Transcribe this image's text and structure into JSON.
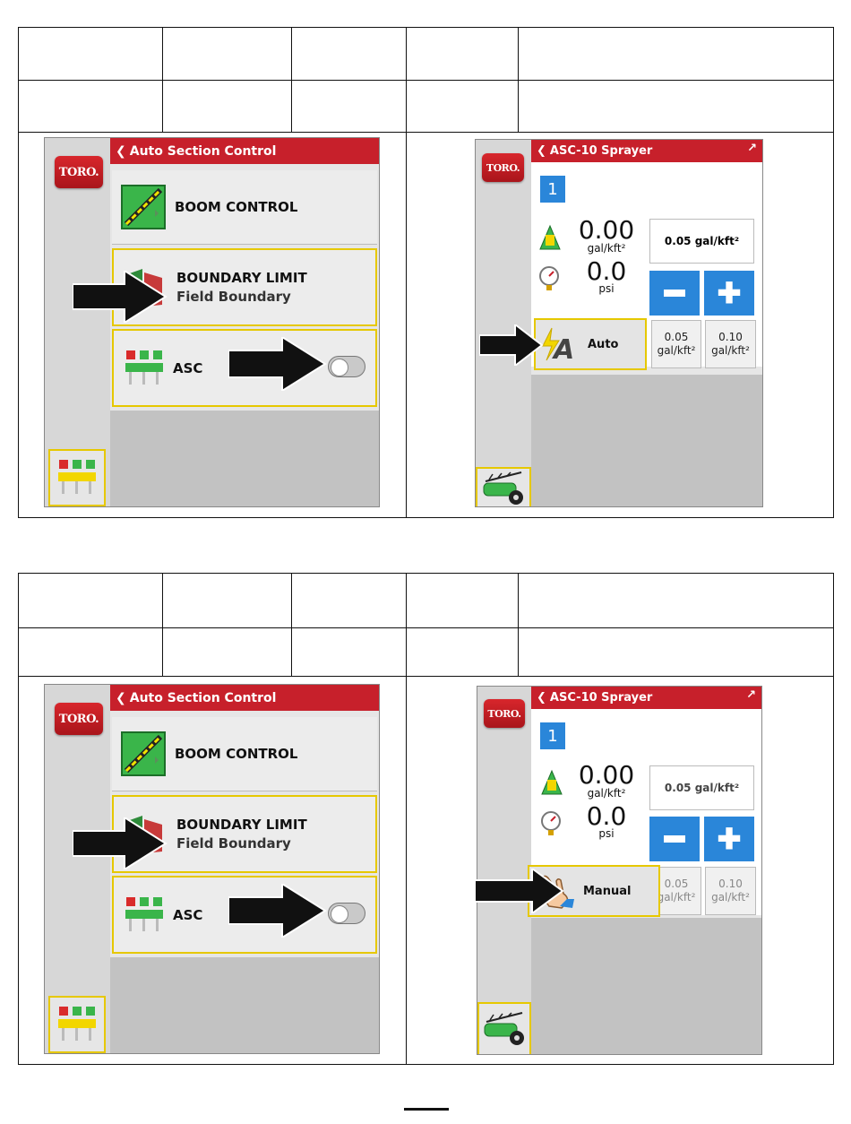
{
  "figure_1": {
    "left_screen": {
      "logo": "TORO.",
      "title": "Auto Section Control",
      "boom_control_label": "BOOM CONTROL",
      "boundary_limit_label": "BOUNDARY LIMIT",
      "boundary_limit_value": "Field Boundary",
      "asc_label": "ASC"
    },
    "right_screen": {
      "logo": "TORO.",
      "title": "ASC-10 Sprayer",
      "tab": "1",
      "rate_value": "0.00",
      "rate_unit": "gal/kft²",
      "pressure_value": "0.0",
      "pressure_unit": "psi",
      "target_rate": "0.05 gal/kft²",
      "mode_label": "Auto",
      "preset1_value": "0.05",
      "preset1_unit": "gal/kft²",
      "preset2_value": "0.10",
      "preset2_unit": "gal/kft²"
    }
  },
  "figure_2": {
    "left_screen": {
      "logo": "TORO.",
      "title": "Auto Section Control",
      "boom_control_label": "BOOM CONTROL",
      "boundary_limit_label": "BOUNDARY LIMIT",
      "boundary_limit_value": "Field Boundary",
      "asc_label": "ASC"
    },
    "right_screen": {
      "logo": "TORO.",
      "title": "ASC-10 Sprayer",
      "tab": "1",
      "rate_value": "0.00",
      "rate_unit": "gal/kft²",
      "pressure_value": "0.0",
      "pressure_unit": "psi",
      "target_rate": "0.05 gal/kft²",
      "mode_label": "Manual",
      "preset1_value": "0.05",
      "preset1_unit": "gal/kft²",
      "preset2_value": "0.10",
      "preset2_unit": "gal/kft²"
    }
  },
  "colors": {
    "toro_red": "#c7202b",
    "highlight_yellow": "#e6c800",
    "button_blue": "#2a86d9",
    "boom_green": "#3ab54a"
  }
}
